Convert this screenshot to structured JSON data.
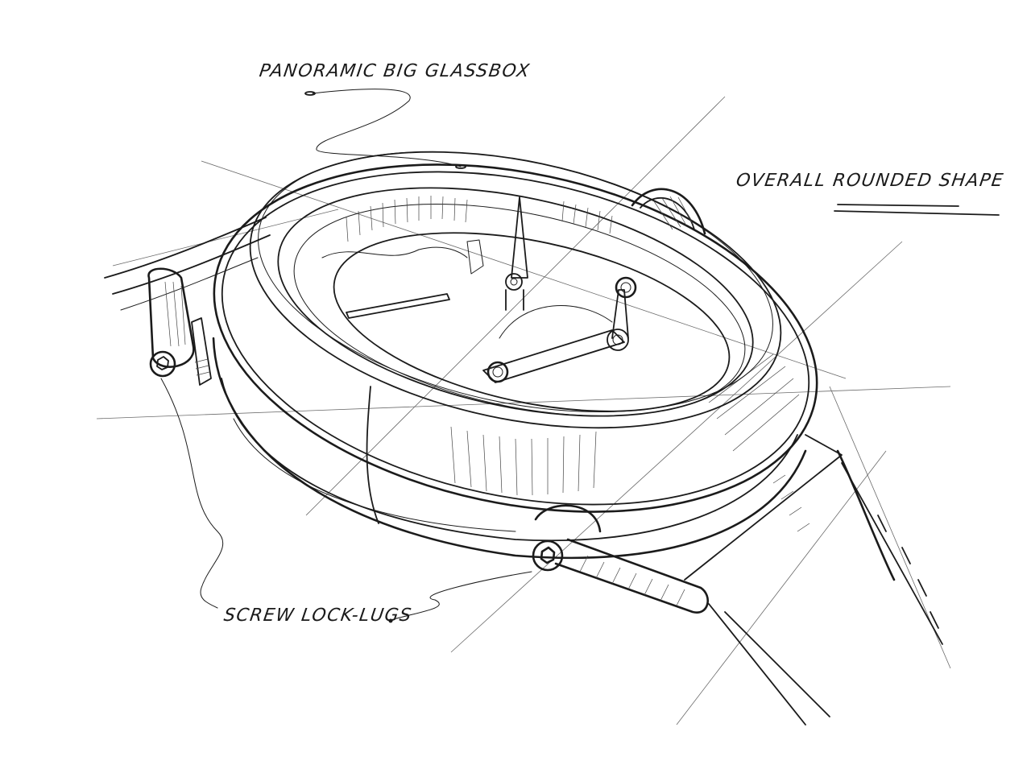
{
  "drawing": {
    "subject": "Wristwatch concept sketch (pencil)",
    "style": "hand-drawn pencil, black on white",
    "background_color": "#ffffff",
    "ink_color": "#1b1b1b"
  },
  "annotations": [
    {
      "id": "panoramic",
      "label": "PANORAMIC BIG GLASSBOX",
      "leader": "wavy leader line pointing to crystal"
    },
    {
      "id": "rounded",
      "label": "OVERALL ROUNDED SHAPE",
      "emphasis": "double underline under ROUNDED SHAPE"
    },
    {
      "id": "lugs",
      "label": "SCREW LOCK-LUGS",
      "leader": "two leader lines pointing to left and bottom lug screws"
    }
  ],
  "parts": {
    "case": "round case with domed glass box crystal",
    "dial": "open dial with skeleton hands",
    "hands": [
      "hour hand",
      "minute hand",
      "seconds hand (vertical)"
    ],
    "crown": "crown at top right",
    "lugs": "tubular lugs with hex screws",
    "strap": "strap segments extending to lower right and upper left"
  }
}
